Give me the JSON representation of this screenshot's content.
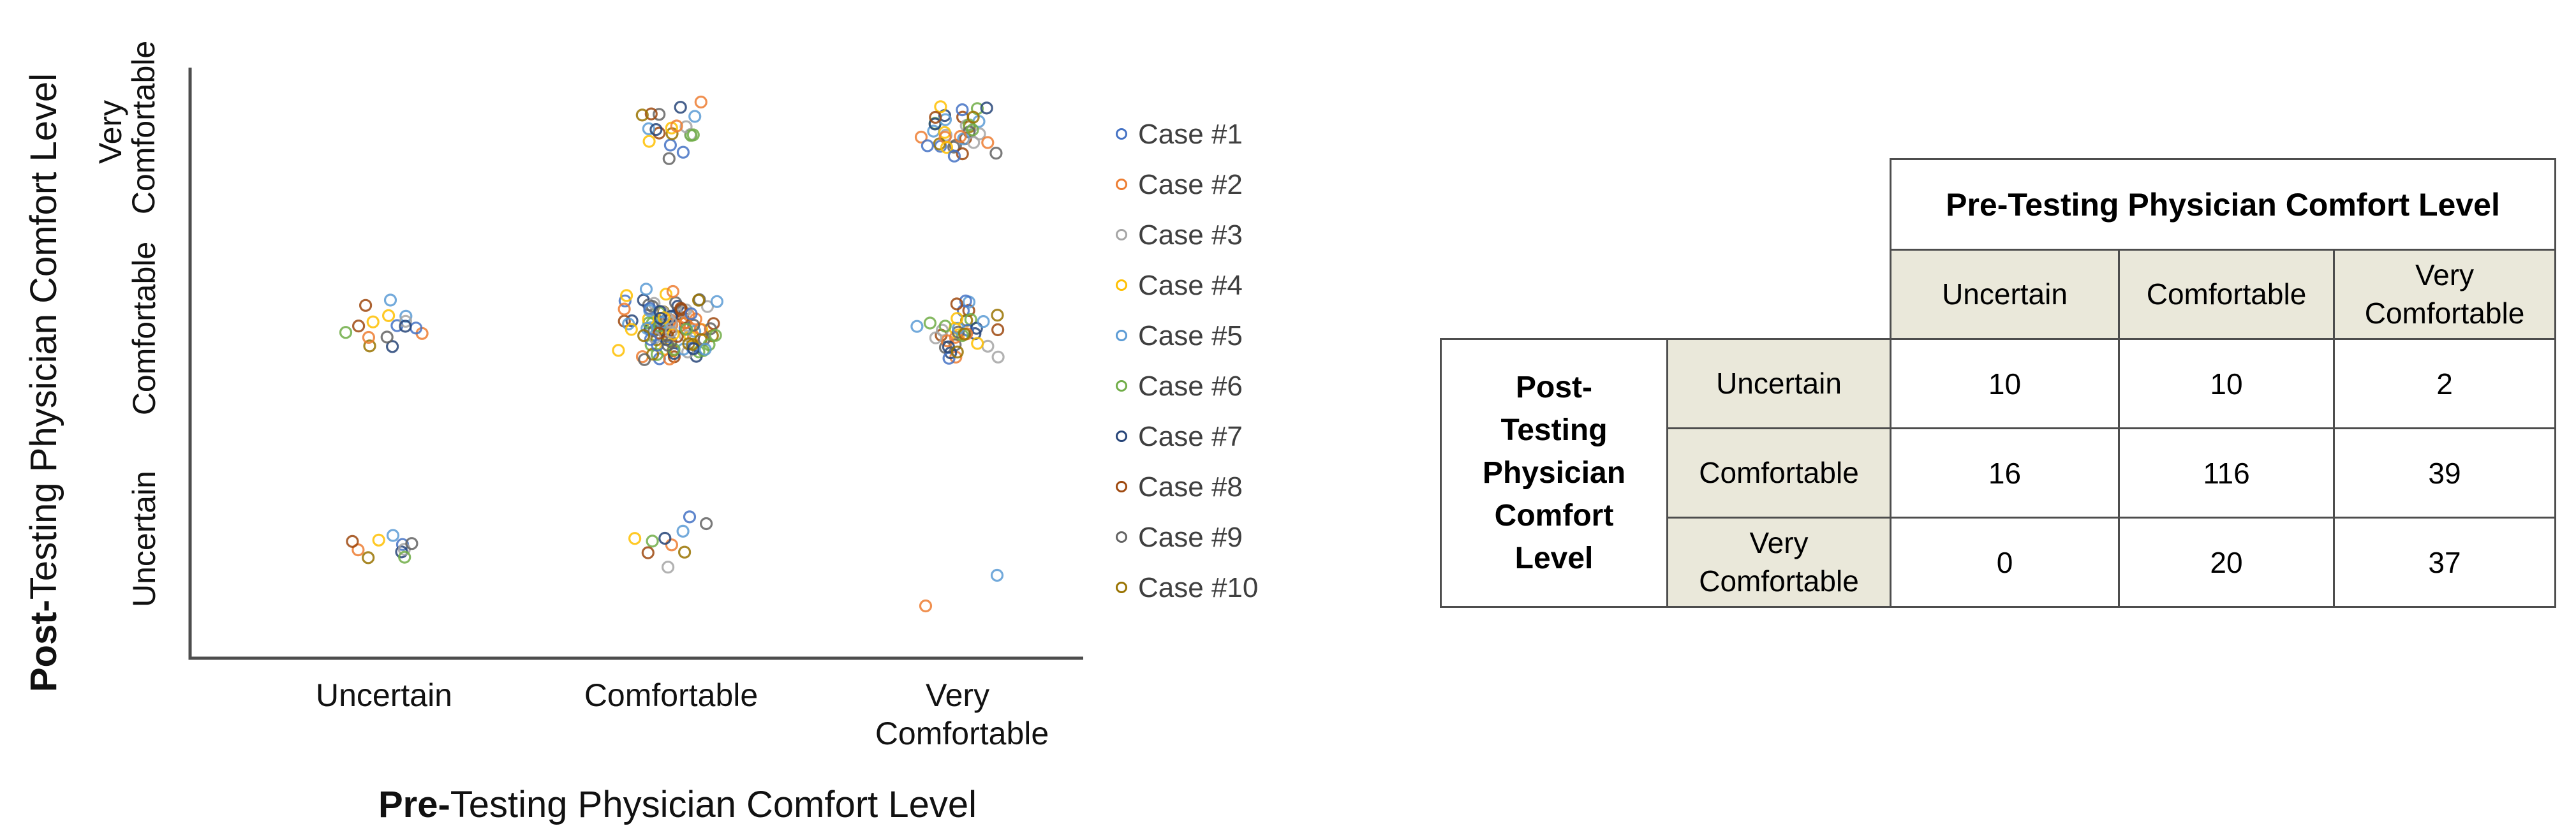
{
  "chart_data": {
    "type": "scatter",
    "variant": "jittered-categorical",
    "title": "",
    "xlabel": {
      "bold_prefix": "Pre-",
      "rest": "Testing Physician Comfort Level"
    },
    "ylabel": {
      "bold_prefix": "Post-",
      "rest": "Testing Physician Comfort Level"
    },
    "x_categories": [
      "Uncertain",
      "Comfortable",
      "Very Comfortable"
    ],
    "y_categories": [
      "Uncertain",
      "Comfortable",
      "Very Comfortable"
    ],
    "x_ticks": [
      {
        "line1": "Uncertain",
        "line2": ""
      },
      {
        "line1": "Comfortable",
        "line2": ""
      },
      {
        "line1": "Very",
        "line2": "Comfortable"
      }
    ],
    "y_ticks": [
      {
        "line1": "Uncertain",
        "line2": ""
      },
      {
        "line1": "Comfortable",
        "line2": ""
      },
      {
        "line1": "Very",
        "line2": "Comfortable"
      }
    ],
    "grid": false,
    "legend_position": "right",
    "counts_matrix_rows_post_cols_pre": [
      [
        10,
        10,
        2
      ],
      [
        16,
        116,
        39
      ],
      [
        0,
        20,
        37
      ]
    ],
    "total_points": 250,
    "series": [
      {
        "name": "Case #1",
        "color": "#4472C4"
      },
      {
        "name": "Case #2",
        "color": "#ED7D31"
      },
      {
        "name": "Case #3",
        "color": "#A5A5A5"
      },
      {
        "name": "Case #4",
        "color": "#FFC000"
      },
      {
        "name": "Case #5",
        "color": "#5B9BD5"
      },
      {
        "name": "Case #6",
        "color": "#70AD47"
      },
      {
        "name": "Case #7",
        "color": "#264478"
      },
      {
        "name": "Case #8",
        "color": "#9E480E"
      },
      {
        "name": "Case #9",
        "color": "#636363"
      },
      {
        "name": "Case #10",
        "color": "#997300"
      }
    ]
  },
  "table": {
    "col_group_header": "Pre-Testing Physician Comfort Level",
    "row_group_header": "Post-\nTesting\nPhysician\nComfort\nLevel",
    "col_headers": [
      "Uncertain",
      "Comfortable",
      "Very\nComfortable"
    ],
    "row_headers": [
      "Uncertain",
      "Comfortable",
      "Very\nComfortable"
    ],
    "values": [
      [
        "10",
        "10",
        "2"
      ],
      [
        "16",
        "116",
        "39"
      ],
      [
        "0",
        "20",
        "37"
      ]
    ]
  },
  "colors": {
    "axis_line": "#4d4d4d",
    "table_border": "#4d4d4d",
    "table_header_fill": "#EAE8DA",
    "legend_text": "#3f3f3f"
  }
}
